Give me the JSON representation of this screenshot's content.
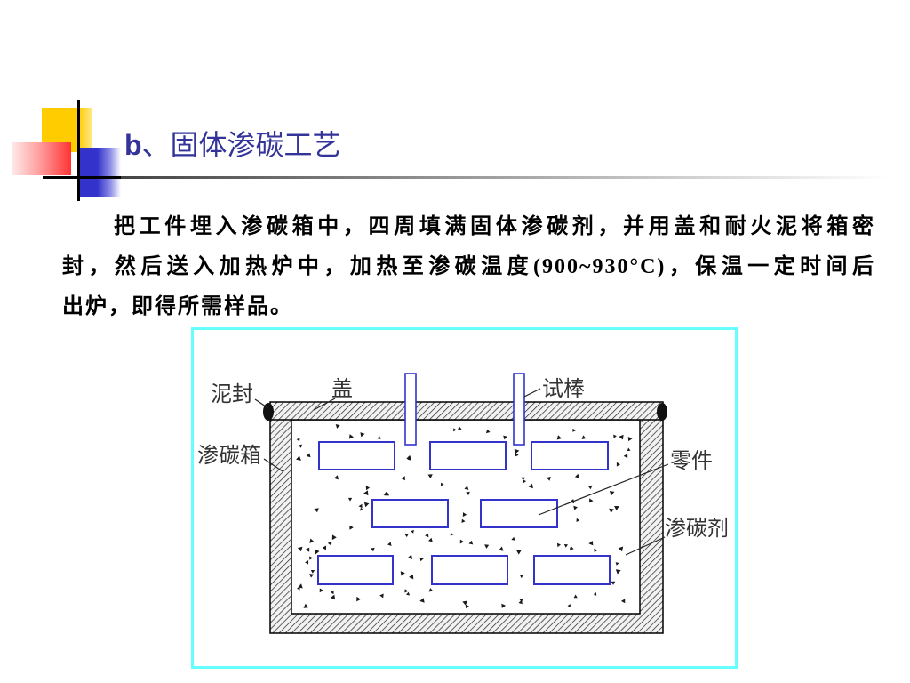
{
  "slide": {
    "title": {
      "prefix": "b",
      "text": "、固体渗碳工艺"
    },
    "paragraph": {
      "lines": [
        "把工件埋入渗碳箱中，四周填满固体渗碳剂，并用盖和耐火泥将箱密",
        "封，然后送入加热炉中，加热至渗碳温度(900~930°C)，保温一定时间后",
        "出炉，即得所需样品。"
      ]
    }
  },
  "diagram": {
    "labels": {
      "mud_seal": "泥封",
      "lid": "盖",
      "test_rod": "试棒",
      "carburizing_box": "渗碳箱",
      "part": "零件",
      "carburizing_agent": "渗碳剂"
    }
  },
  "colors": {
    "title": "#333399",
    "diagram_frame": "#66ffff",
    "part_outline": "#3333cc",
    "logo_yellow": "#ffcc00",
    "logo_blue": "#3333cc",
    "logo_red": "#ff3333"
  }
}
